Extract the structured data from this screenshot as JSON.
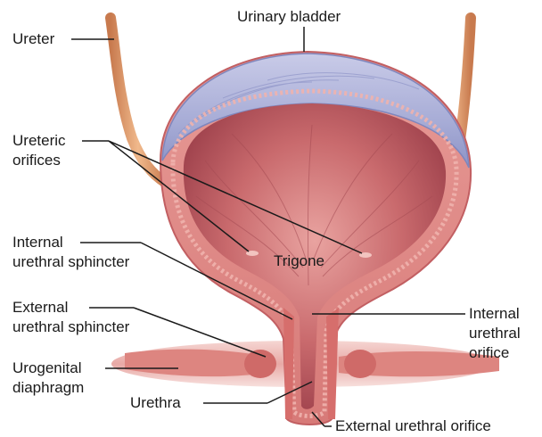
{
  "labels": {
    "urinary_bladder": "Urinary bladder",
    "ureter": "Ureter",
    "ureteric_orifices_l1": "Ureteric",
    "ureteric_orifices_l2": "orifices",
    "internal_sphincter_l1": "Internal",
    "internal_sphincter_l2": "urethral sphincter",
    "trigone": "Trigone",
    "external_sphincter_l1": "External",
    "external_sphincter_l2": "urethral sphincter",
    "urogenital_l1": "Urogenital",
    "urogenital_l2": "diaphragm",
    "urethra": "Urethra",
    "internal_orifice_l1": "Internal",
    "internal_orifice_l2": "urethral",
    "internal_orifice_l3": "orifice",
    "external_orifice": "External urethral orifice"
  },
  "colors": {
    "background": "#ffffff",
    "ureter": "#e3a070",
    "ureter_edge": "#c87a4e",
    "bladder_dome": "#aeb3d8",
    "bladder_dome_edge": "#7f86bd",
    "wall": "#e08a88",
    "wall_dark": "#c96665",
    "lumen": "#b8555c",
    "lumen_light": "#d98484",
    "muscle": "#d9716f",
    "leader": "#1a1a1a"
  }
}
